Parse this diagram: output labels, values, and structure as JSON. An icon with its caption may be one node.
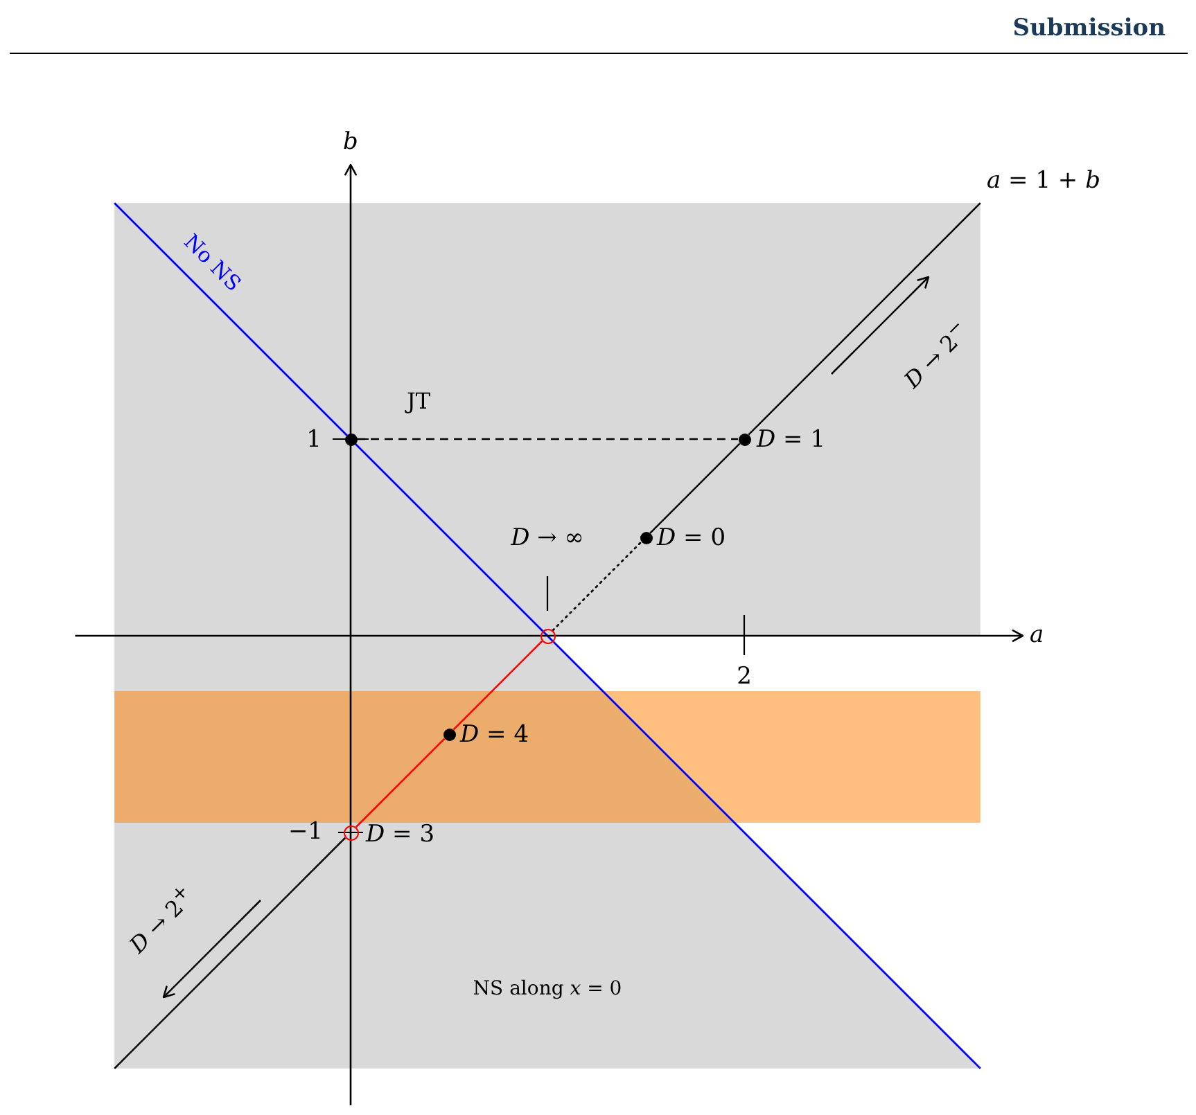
{
  "diagram": {
    "nodes": [
      {
        "text": [],
        "shape": "circle"
      },
      {
        "text": [],
        "shape": "circle",
        "beside": [
          "*D* = 1"
        ]
      },
      {
        "text": [],
        "shape": "circle",
        "beside": [
          "*D* = 0"
        ]
      },
      {
        "text": [],
        "shape": "circle",
        "beside": [
          "*D* → ∞"
        ]
      },
      {
        "text": [],
        "shape": "circle",
        "beside": [
          "*D* = 4"
        ]
      },
      {
        "text": [],
        "shape": "circle",
        "beside": [
          "*D* = 3"
        ]
      }
    ],
    "edges": [
      {
        "from": 0,
        "to": 1,
        "arrow": "none",
        "style": "dashed"
      },
      {
        "from": 2,
        "to": 1,
        "arrow": "none"
      },
      {
        "from": 1,
        "to": null,
        "arrow": "none"
      },
      {
        "from": 3,
        "to": 2,
        "arrow": "none",
        "style": "dashed"
      },
      {
        "from": 4,
        "to": 3,
        "arrow": "none",
        "color": "#ff0000"
      },
      {
        "from": 5,
        "to": 4,
        "arrow": "none",
        "color": "#ff0000"
      },
      {
        "from": 5,
        "to": null,
        "arrow": "none"
      }
    ],
    "labels": [
      "Submission",
      "b",
      "*a* = 1 + *b*",
      "No NS",
      "*D* → 2$^{−}$",
      "JT",
      "1",
      "a",
      "2",
      "−1",
      "*D* → 2$^{+}$",
      "NS along *x* = 0"
    ]
  }
}
